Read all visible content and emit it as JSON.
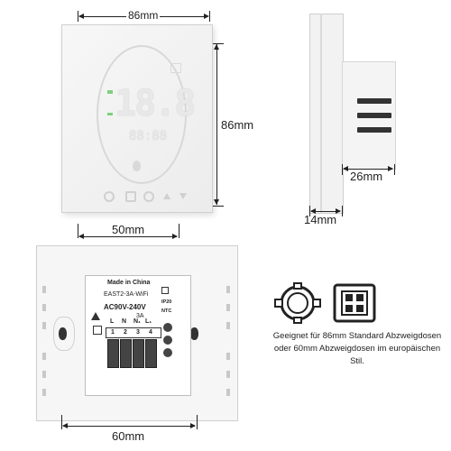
{
  "front": {
    "width_label": "86mm",
    "height_label": "86mm",
    "display_temp": "18.8",
    "display_small": "88:88"
  },
  "side": {
    "depth_label": "26mm",
    "plate_label": "14mm"
  },
  "back": {
    "top_label": "50mm",
    "bottom_label": "60mm",
    "module_lines": [
      "Made in China",
      "EAST2-3A-WiFi",
      "AC90V-240V",
      "3A"
    ],
    "rating": "IP20",
    "sensor": "NTC",
    "terminal_labels": [
      "L",
      "N",
      "N₁",
      "L₁"
    ],
    "terminal_numbers": [
      "1",
      "2",
      "3",
      "4"
    ]
  },
  "note": {
    "line1": "Geeignet für 86mm Standard Abzweigdosen",
    "line2": "oder 60mm Abzweigdosen im europäischen Stil."
  }
}
